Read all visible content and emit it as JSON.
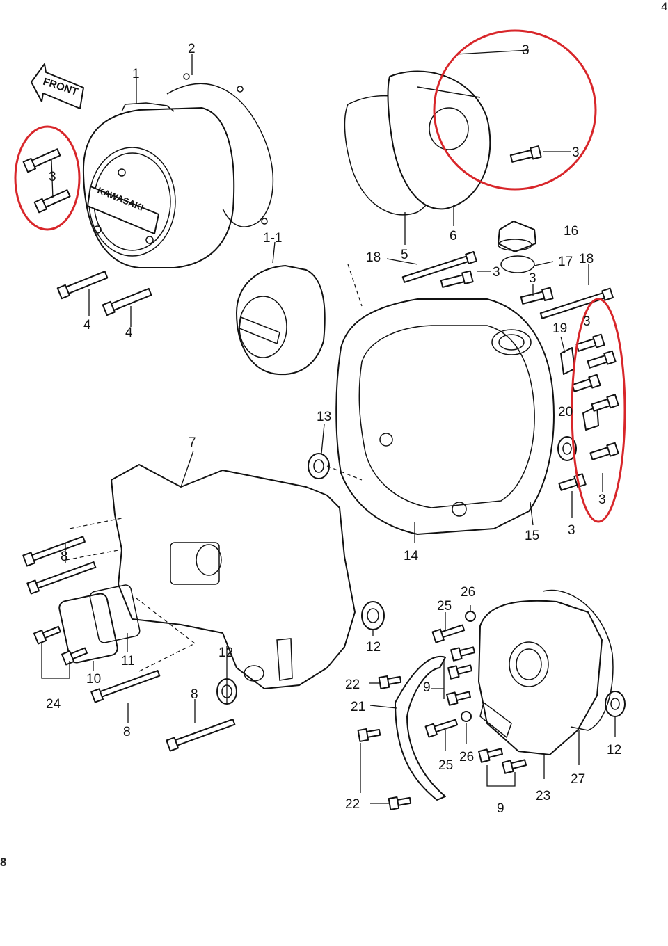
{
  "edge_marks": {
    "top_right": "4",
    "bottom_left": "8"
  },
  "front_badge": "FRONT",
  "brand_text": "KAWASAKI",
  "highlight_color": "#d8262a",
  "callouts": [
    "1",
    "2",
    "3",
    "1-1",
    "4",
    "3",
    "4",
    "3",
    "3",
    "5",
    "6",
    "16",
    "17",
    "18",
    "18",
    "3",
    "3",
    "19",
    "20",
    "13",
    "7",
    "14",
    "15",
    "3",
    "3",
    "8",
    "8",
    "26",
    "25",
    "12",
    "24",
    "10",
    "11",
    "12",
    "22",
    "9",
    "21",
    "8",
    "25",
    "26",
    "22",
    "9",
    "23",
    "27",
    "12"
  ]
}
